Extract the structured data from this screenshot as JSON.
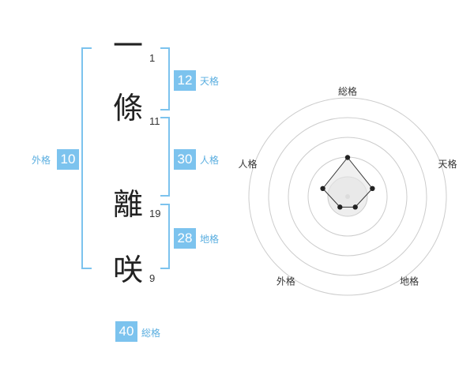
{
  "name": {
    "chars": [
      {
        "char": "一",
        "strokes": "1"
      },
      {
        "char": "條",
        "strokes": "11"
      },
      {
        "char": "離",
        "strokes": "19"
      },
      {
        "char": "咲",
        "strokes": "9"
      }
    ]
  },
  "kaku": {
    "tenkaku": {
      "value": "12",
      "label": "天格"
    },
    "jinkaku": {
      "value": "30",
      "label": "人格"
    },
    "chikaku": {
      "value": "28",
      "label": "地格"
    },
    "gaikaku": {
      "value": "10",
      "label": "外格"
    },
    "soukaku": {
      "value": "40",
      "label": "総格"
    }
  },
  "colors": {
    "accent": "#7cc3ee",
    "label": "#5aaee0",
    "bracket": "#7cc3ee",
    "ring": "#cccccc",
    "polygon_fill": "#eeeeee",
    "polygon_stroke": "#333333",
    "dot": "#222222"
  },
  "chart_data": {
    "type": "radar",
    "axes": [
      "総格",
      "天格",
      "地格",
      "外格",
      "人格"
    ],
    "rings": 4,
    "values": [
      3,
      2,
      1,
      1,
      2
    ],
    "max": 5
  }
}
